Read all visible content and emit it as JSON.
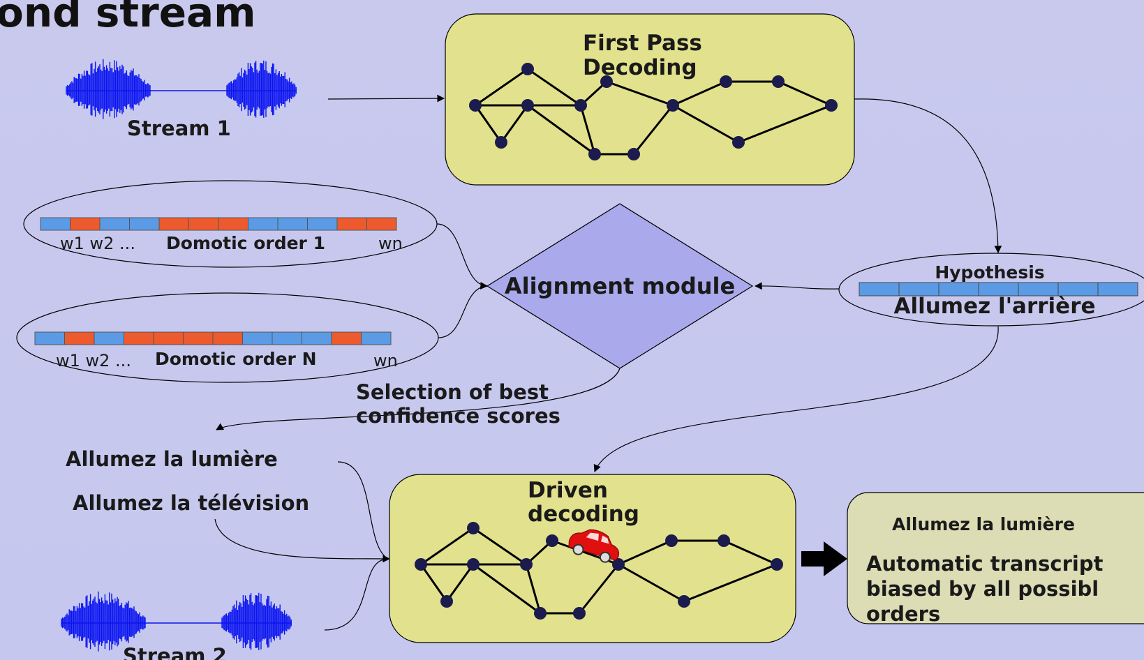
{
  "slide_title": "ond stream",
  "colors": {
    "background": "#c8c9ee",
    "box_fill": "#e2e18d",
    "output_box_fill": "#dcdcb5",
    "diamond_fill": "#a9a9ec",
    "waveform": "#0a14f0",
    "word_blue": "#5b9be6",
    "word_orange": "#ec5a2e",
    "node": "#1b1b4d",
    "car": "#e01010"
  },
  "streams": [
    {
      "label": "Stream 1"
    },
    {
      "label": "Stream 2"
    }
  ],
  "first_pass": {
    "line1": "First Pass",
    "line2": "Decoding"
  },
  "orders": [
    {
      "w_first": "w1 w2 ...",
      "label": "Domotic order 1",
      "w_last": "wn",
      "pattern": [
        "b",
        "o",
        "b",
        "b",
        "o",
        "o",
        "o",
        "b",
        "b",
        "b",
        "o",
        "o"
      ]
    },
    {
      "w_first": "w1 w2 ...",
      "label": "Domotic order N",
      "w_last": "wn",
      "pattern": [
        "b",
        "o",
        "b",
        "o",
        "o",
        "o",
        "o",
        "b",
        "b",
        "b",
        "o",
        "b"
      ]
    }
  ],
  "alignment": {
    "label": "Alignment module"
  },
  "hypothesis": {
    "title": "Hypothesis",
    "text": "Allumez l'arrière",
    "segments": 7
  },
  "selection": {
    "line1": "Selection of best",
    "line2": "confidence scores"
  },
  "candidates": [
    "Allumez la lumière",
    "Allumez la télévision"
  ],
  "driven": {
    "line1": "Driven",
    "line2": "decoding"
  },
  "output": {
    "result": "Allumez la lumière",
    "desc_line1": "Automatic transcript",
    "desc_line2": "biased by all possibl",
    "desc_line3": "orders"
  }
}
